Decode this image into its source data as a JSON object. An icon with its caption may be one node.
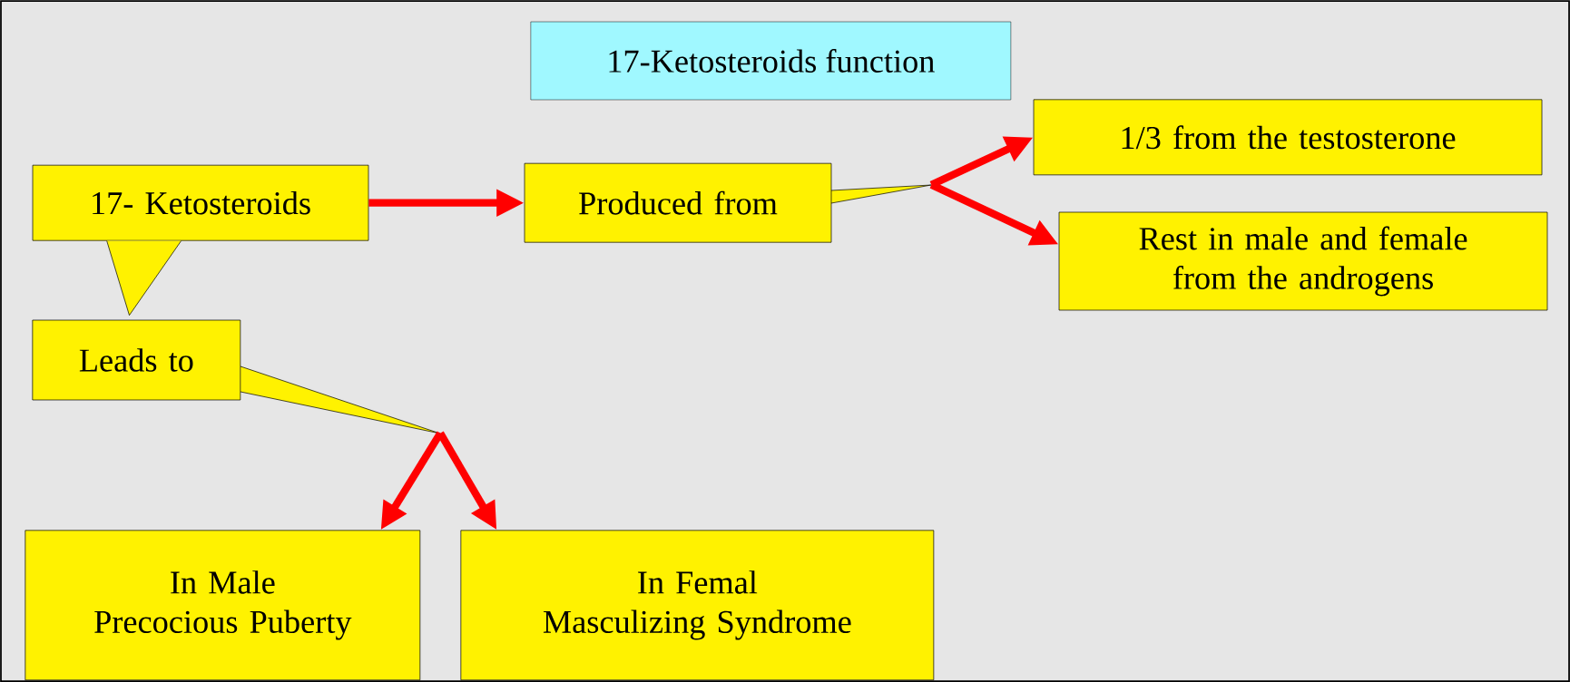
{
  "diagram": {
    "title": "17-Ketosteroids function",
    "nodes": [
      {
        "text": [
          "17- Ketosteroids"
        ]
      },
      {
        "text": [
          "Produced from"
        ]
      },
      {
        "text": [
          "1/3 from the testosterone"
        ]
      },
      {
        "text": [
          "Rest in male and female from the androgens"
        ]
      },
      {
        "text": [
          "Leads to"
        ]
      },
      {
        "text": [
          "In Male",
          "Precocious Puberty"
        ]
      },
      {
        "text": [
          "In Femal",
          "Masculizing Syndrome"
        ]
      }
    ],
    "edges": [
      {
        "from": 0,
        "to": 1,
        "arrow": "to"
      },
      {
        "from": 1,
        "to": 2,
        "arrow": "to"
      },
      {
        "from": 1,
        "to": 3,
        "arrow": "to"
      },
      {
        "from": 0,
        "to": 4,
        "arrow": "to",
        "color": "#000000"
      },
      {
        "from": 4,
        "to": 5,
        "arrow": "to"
      },
      {
        "from": 4,
        "to": 6,
        "arrow": "to"
      }
    ]
  }
}
